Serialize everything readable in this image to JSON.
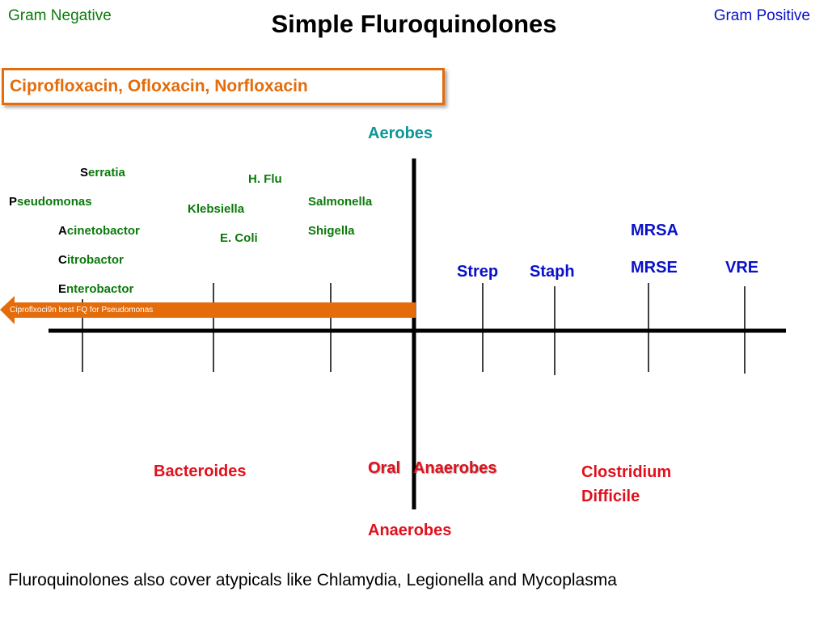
{
  "header": {
    "title": "Simple Fluroquinolones",
    "left_label": "Gram Negative",
    "right_label": "Gram Positive"
  },
  "drug_box": {
    "text": "Ciprofloxacin, Ofloxacin, Norfloxacin"
  },
  "axis": {
    "top_label": "Aerobes",
    "bottom_label": "Anaerobes"
  },
  "gram_negative_list": [
    {
      "cap": "S",
      "rest": "erratia"
    },
    {
      "cap": "P",
      "rest": "seudomonas"
    },
    {
      "cap": "A",
      "rest": "cinetobactor"
    },
    {
      "cap": "C",
      "rest": "itrobactor"
    },
    {
      "cap": "E",
      "rest": "nterobactor"
    }
  ],
  "gram_negative_other": {
    "h_flu": "H. Flu",
    "klebsiella": "Klebsiella",
    "e_coli": "E. Coli",
    "salmonella": "Salmonella",
    "shigella": "Shigella"
  },
  "gram_positive": {
    "strep": "Strep",
    "staph": "Staph",
    "mrsa": "MRSA",
    "mrse": "MRSE",
    "vre": "VRE"
  },
  "anaerobes": {
    "bacteroides": "Bacteroides",
    "oral_anaerobes": "Oral   Anaerobes",
    "clostridium_line1": "Clostridium",
    "clostridium_line2": "Difficile"
  },
  "arrow_note": "Ciproflxoci9n best FQ for Pseudomonas",
  "footer": "Fluroquinolones also cover atypicals like Chlamydia, Legionella and Mycoplasma",
  "colors": {
    "gram_negative": "#0b7a0b",
    "gram_positive": "#0a10c8",
    "anaerobe": "#e0101c",
    "aerobe_label": "#0e9696",
    "accent_orange": "#e46c0a"
  }
}
